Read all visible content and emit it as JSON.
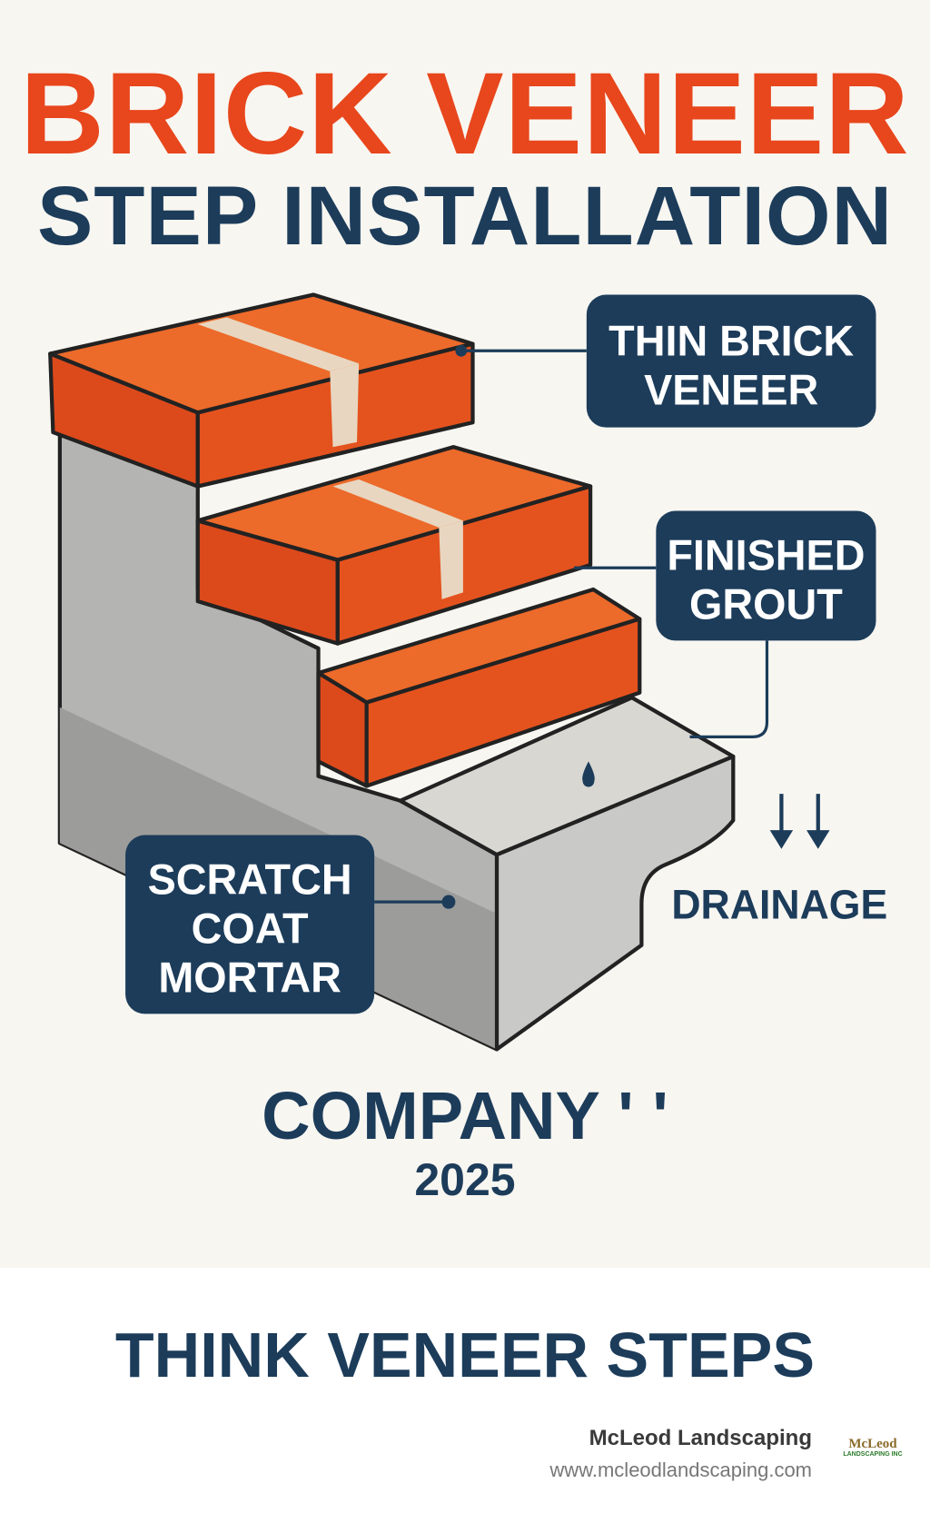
{
  "header": {
    "title": "BRICK VENEER",
    "subtitle": "STEP INSTALLATION"
  },
  "labels": {
    "thin_brick": [
      "THIN BRICK",
      "VENEER"
    ],
    "grout": [
      "FINISHED",
      "GROUT"
    ],
    "scratch": [
      "SCRATCH",
      "COAT",
      "MORTAR"
    ],
    "drainage": "DRAINAGE"
  },
  "company": {
    "name": "COMPANY ' '",
    "year": "2025"
  },
  "tagline": "THINK VENEER STEPS",
  "footer": {
    "brand": "McLeod Landscaping",
    "url": "www.mcleodlandscaping.com",
    "logo_text": "McLeod",
    "logo_sub": "LANDSCAPING INC"
  },
  "colors": {
    "accent": "#e8461c",
    "navy": "#1c3c5a",
    "brick": "#e4531e",
    "concrete": "#b0b0ae"
  }
}
